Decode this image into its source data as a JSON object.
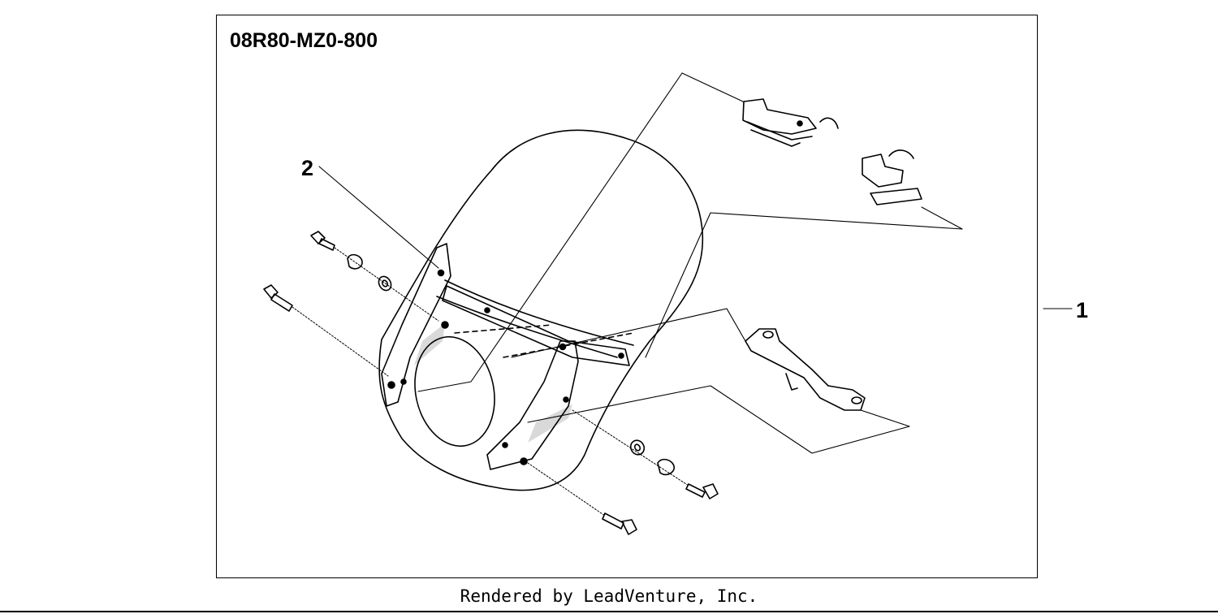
{
  "diagram": {
    "part_number": "08R80-MZ0-800",
    "callouts": {
      "one": "1",
      "two": "2"
    }
  },
  "footer": {
    "text": "Rendered by LeadVenture, Inc."
  },
  "colors": {
    "line": "#000000",
    "background": "#ffffff"
  }
}
